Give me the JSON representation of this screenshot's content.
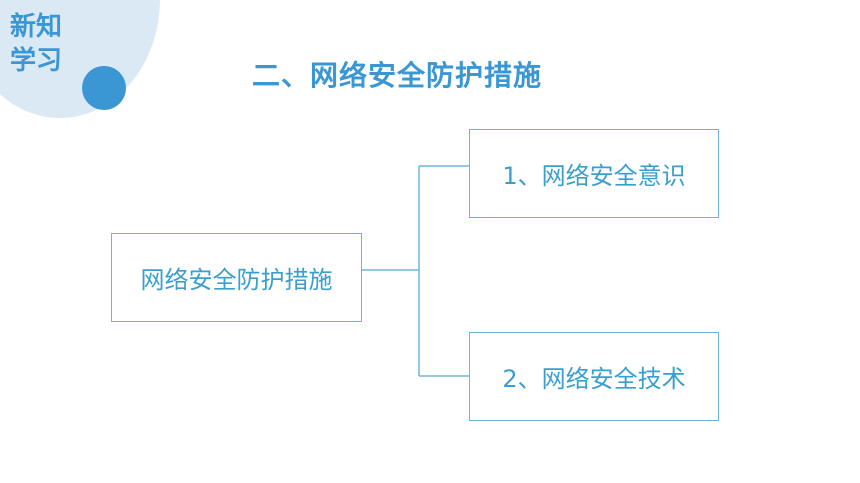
{
  "badge": {
    "line1": "新知",
    "line2": "学习"
  },
  "title": "二、网络安全防护措施",
  "diagram": {
    "root": "网络安全防护措施",
    "children": [
      "1、网络安全意识",
      "2、网络安全技术"
    ]
  },
  "colors": {
    "accent": "#3a97d4",
    "light": "#dbe9f4",
    "line": "#6fb5d9"
  }
}
